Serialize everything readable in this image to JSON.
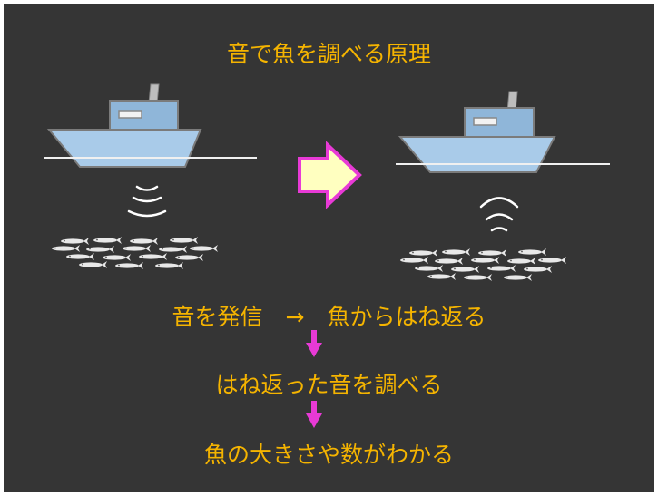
{
  "slide": {
    "title": "音で魚を調べる原理",
    "steps": [
      "音を発信　→　魚からはね返る",
      "はね返った音を調べる",
      "魚の大きさや数がわかる"
    ],
    "colors": {
      "background": "#353535",
      "text": "#f5b400",
      "down_arrow": "#e83ad6",
      "big_arrow_fill": "#ffffc0",
      "big_arrow_stroke": "#e83ad6",
      "hull": "#a9cbe9",
      "cabin": "#8fb6d9",
      "fish": "#e8e8e8"
    },
    "icons": {
      "boat": "fishing-boat-icon",
      "sound": "sound-wave-icon",
      "fish": "fish-school-icon",
      "transition": "right-arrow-icon",
      "step_arrow": "down-arrow-icon"
    }
  }
}
